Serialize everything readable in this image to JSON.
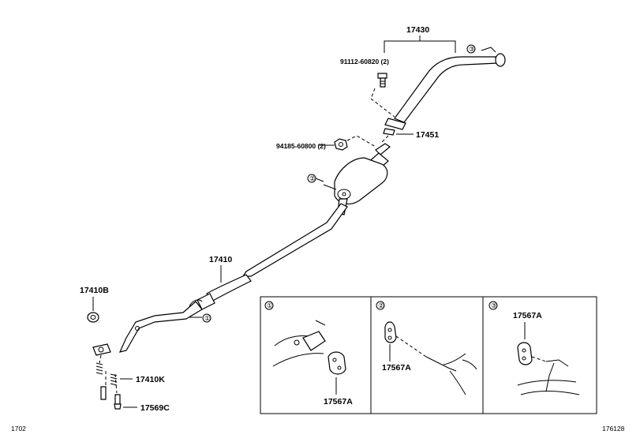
{
  "parts": {
    "tail_pipe": "17430",
    "bolt": "91112-60820 (2)",
    "gasket_upper": "17451",
    "nut": "94185-60800 (2)",
    "center_pipe": "17410",
    "hanger_ring": "17410B",
    "spring": "17410K",
    "bolt_lower": "17569C"
  },
  "callouts": {
    "c1": "①",
    "c2": "②",
    "c3": "③"
  },
  "details": [
    {
      "marker": "①",
      "part": "17567A"
    },
    {
      "marker": "②",
      "part": "17567A"
    },
    {
      "marker": "③",
      "part": "17567A"
    }
  ],
  "footer": {
    "left": "1702",
    "right": "176128"
  }
}
